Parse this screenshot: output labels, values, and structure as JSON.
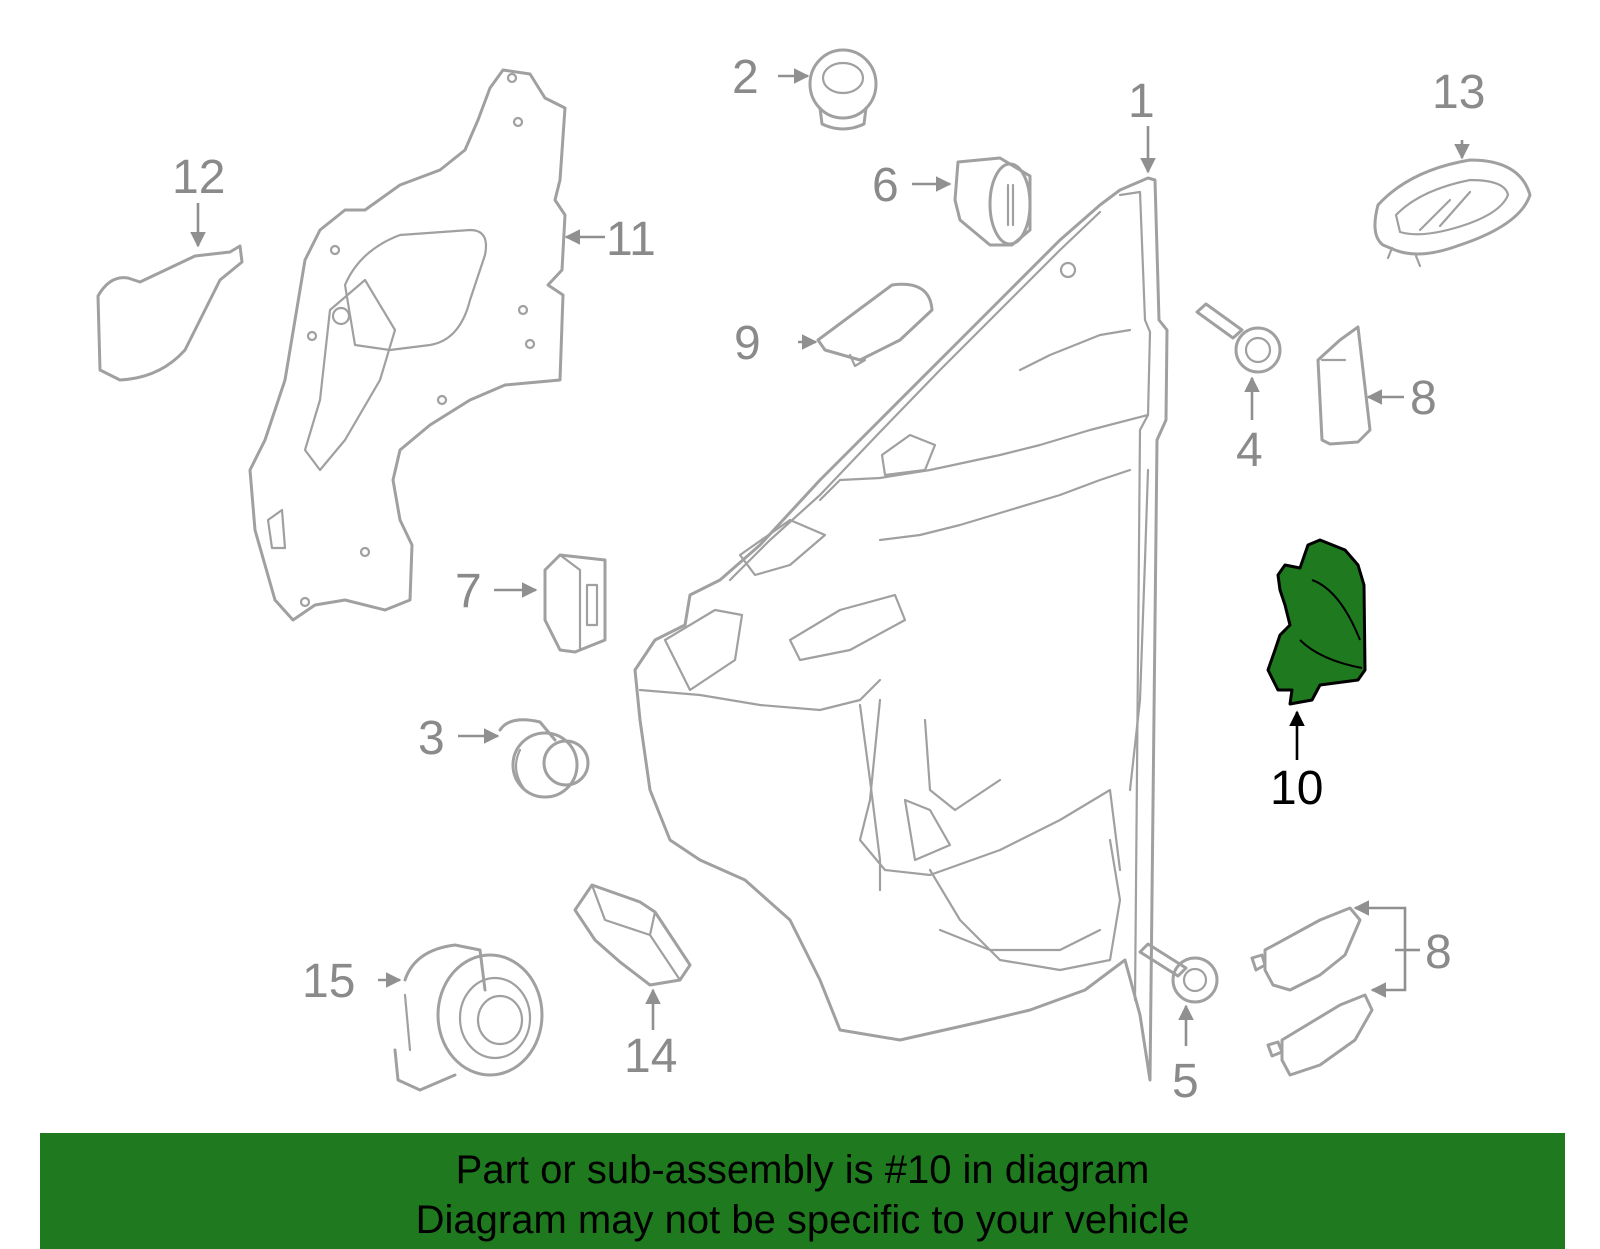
{
  "diagram": {
    "highlight_color": "#1f7a1f",
    "labels": [
      {
        "id": "1",
        "text": "1"
      },
      {
        "id": "2",
        "text": "2"
      },
      {
        "id": "3",
        "text": "3"
      },
      {
        "id": "4",
        "text": "4"
      },
      {
        "id": "5",
        "text": "5"
      },
      {
        "id": "6",
        "text": "6"
      },
      {
        "id": "7",
        "text": "7"
      },
      {
        "id": "8a",
        "text": "8"
      },
      {
        "id": "8b",
        "text": "8"
      },
      {
        "id": "9",
        "text": "9"
      },
      {
        "id": "10",
        "text": "10"
      },
      {
        "id": "11",
        "text": "11"
      },
      {
        "id": "12",
        "text": "12"
      },
      {
        "id": "13",
        "text": "13"
      },
      {
        "id": "14",
        "text": "14"
      },
      {
        "id": "15",
        "text": "15"
      }
    ]
  },
  "banner": {
    "line1": "Part or sub-assembly is #10 in diagram",
    "line2": "Diagram may not be specific to your vehicle"
  }
}
